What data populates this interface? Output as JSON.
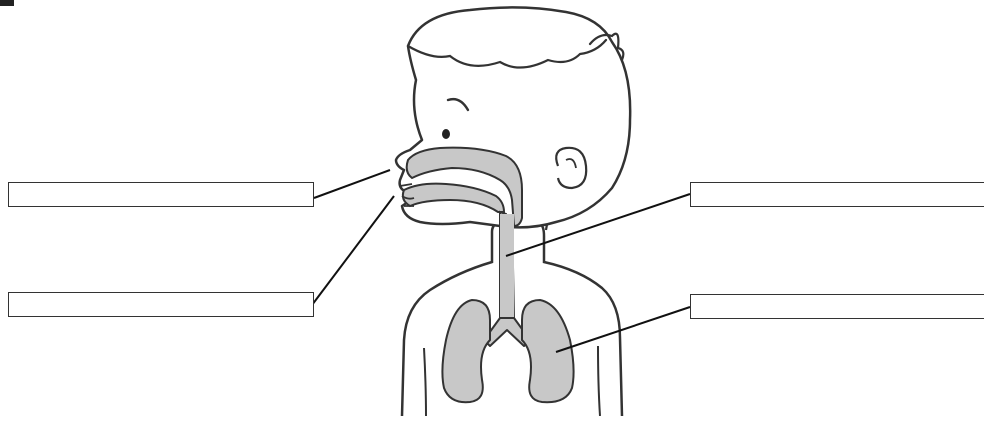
{
  "diagram": {
    "labels": [
      {
        "id": "mouth",
        "text": ""
      },
      {
        "id": "throat",
        "text": ""
      },
      {
        "id": "trachea",
        "text": ""
      },
      {
        "id": "lungs",
        "text": ""
      }
    ]
  },
  "colors": {
    "outline": "#333333",
    "airway_fill": "#c8c8c8",
    "background": "#ffffff"
  }
}
